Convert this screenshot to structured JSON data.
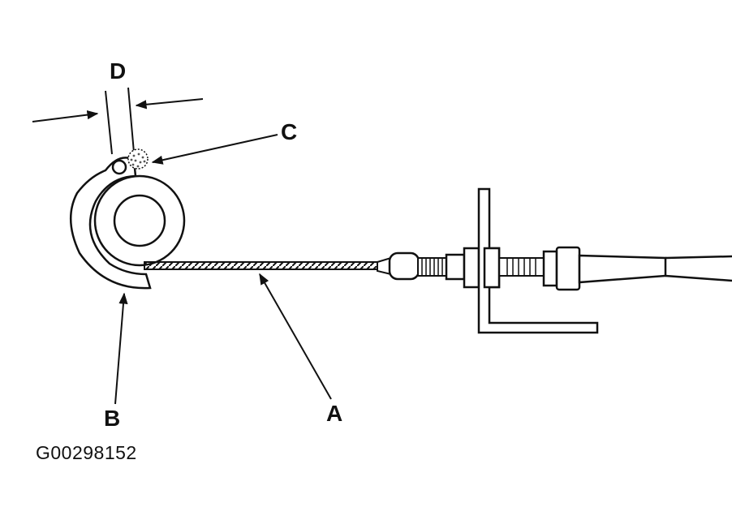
{
  "callouts": {
    "a": "A",
    "b": "B",
    "c": "C",
    "d": "D"
  },
  "figure_id": "G00298152",
  "colors": {
    "ink": "#111111",
    "paper": "#ffffff"
  }
}
